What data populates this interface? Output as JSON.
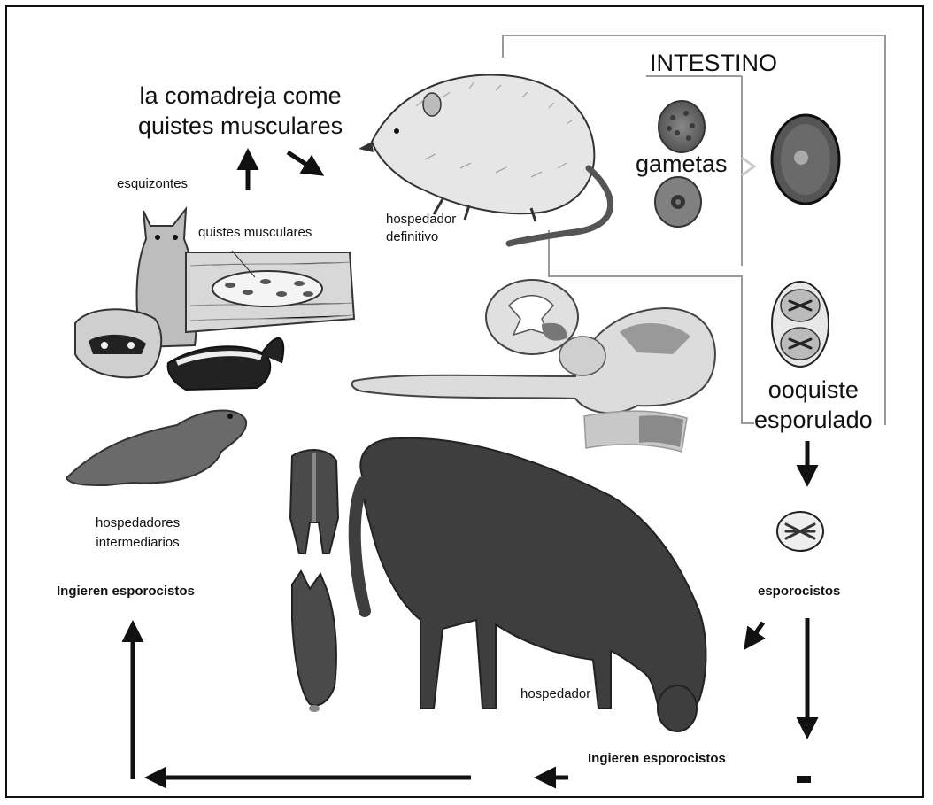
{
  "labels": {
    "intestino": "INTESTINO",
    "comadreja_line1": "la comadreja come",
    "comadreja_line2": "quistes musculares",
    "esquizontes": "esquizontes",
    "quistes_musculares": "quistes musculares",
    "hospedador_definitivo_line1": "hospedador",
    "hospedador_definitivo_line2": "definitivo",
    "gametas": "gametas",
    "ooquiste_line1": "ooquiste",
    "ooquiste_line2": "esporulado",
    "hospedadores_line1": "hospedadores",
    "hospedadores_line2": "intermediarios",
    "ingieren_left": "Ingieren esporocistos",
    "esporocistos": "esporocistos",
    "hospedador": "hospedador",
    "ingieren_bottom": "Ingieren esporocistos"
  },
  "colors": {
    "ink": "#111111",
    "animal_dark": "#3e3e3e",
    "animal_mid": "#7a7a7a",
    "animal_light": "#cfcfcf",
    "line_gray": "#9a9a9a"
  }
}
